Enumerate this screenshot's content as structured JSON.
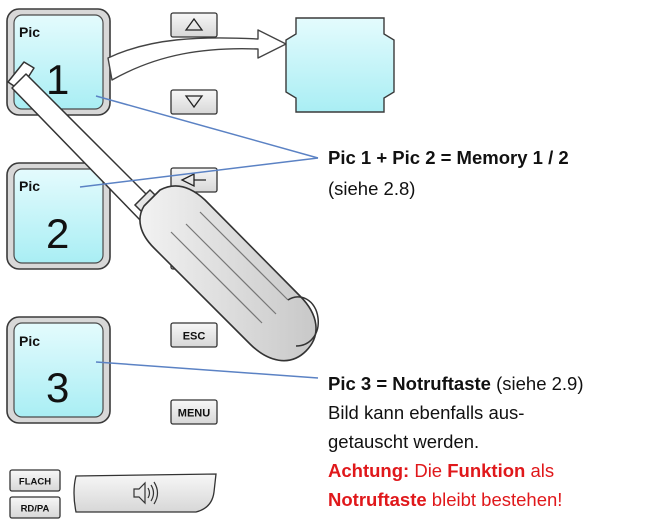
{
  "keys": {
    "pic1": {
      "title": "Pic",
      "number": "1"
    },
    "pic2": {
      "title": "Pic",
      "number": "2"
    },
    "pic3": {
      "title": "Pic",
      "number": "3"
    },
    "esc": "ESC",
    "menu": "MENU",
    "flach": "FLACH",
    "rdpa": "RD/PA"
  },
  "notes": {
    "memory_bold": "Pic 1 + Pic 2 = Memory 1 / 2",
    "memory_ref": "(siehe 2.8)",
    "emergency_bold": "Pic 3 = Notruftaste",
    "emergency_ref": " (siehe 2.9)",
    "line2": "Bild kann ebenfalls aus-",
    "line3": "getauscht werden.",
    "achtung_label": "Achtung:",
    "achtung_text1": " Die ",
    "achtung_funktion": "Funktion",
    "achtung_text2": " als",
    "notruftaste": "Notruftaste",
    "bleibt": " bleibt bestehen!"
  },
  "colors": {
    "key_face": "#bff3f7",
    "key_border": "#333333",
    "key_bg": "#e6e6e6",
    "leader_line": "#5b82c4",
    "warning": "#e0181b"
  },
  "icons": [
    "arrow-up-icon",
    "arrow-down-icon",
    "arrow-left-icon",
    "speaker-icon",
    "screwdriver-icon",
    "curved-arrow-icon"
  ]
}
